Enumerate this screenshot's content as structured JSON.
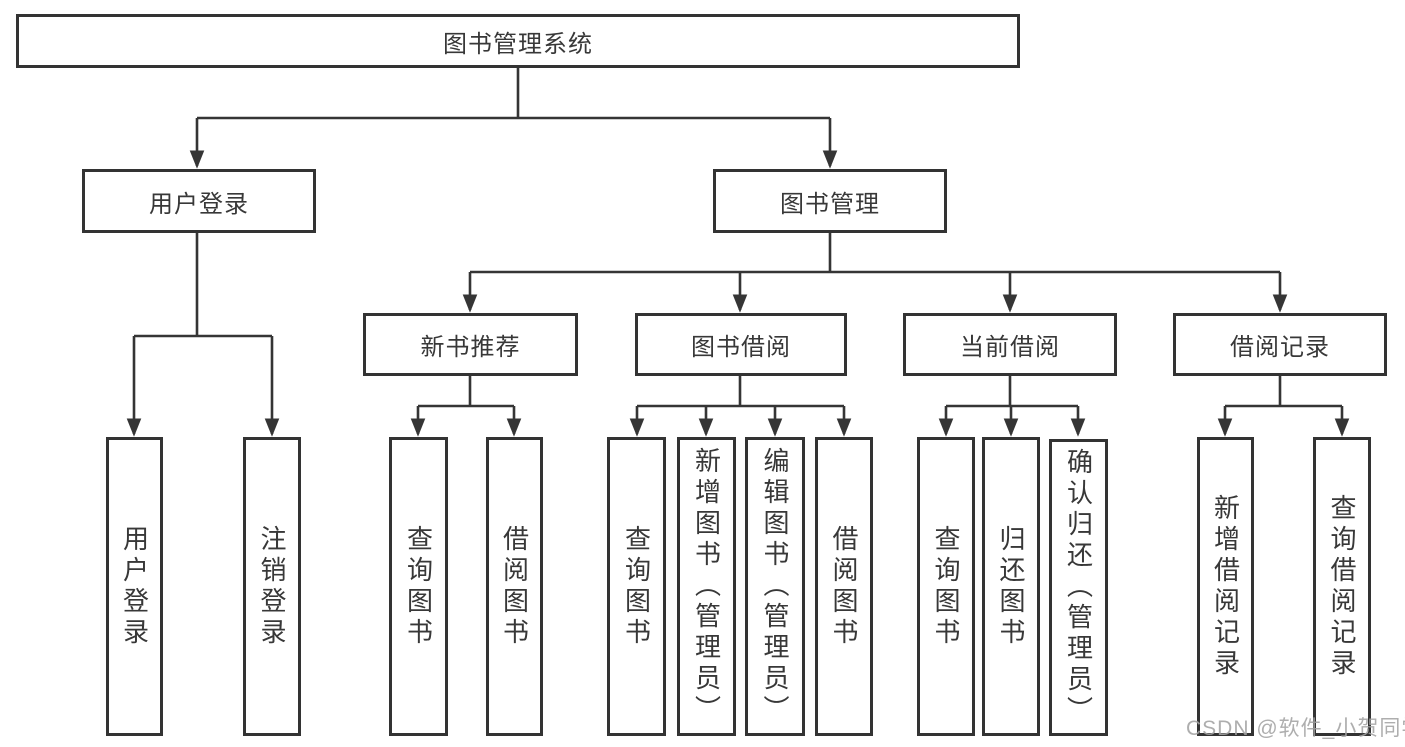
{
  "tree": {
    "root": {
      "label": "图书管理系统"
    },
    "user_login": {
      "label": "用户登录",
      "children": [
        {
          "label": "用户登录"
        },
        {
          "label": "注销登录"
        }
      ]
    },
    "book_mgmt": {
      "label": "图书管理",
      "sections": {
        "new_book_rec": {
          "label": "新书推荐",
          "children": [
            {
              "label": "查询图书"
            },
            {
              "label": "借阅图书"
            }
          ]
        },
        "book_borrow": {
          "label": "图书借阅",
          "children": [
            {
              "label": "查询图书"
            },
            {
              "label": "新增图书（管理员）"
            },
            {
              "label": "编辑图书（管理员）"
            },
            {
              "label": "借阅图书"
            }
          ]
        },
        "current_borrow": {
          "label": "当前借阅",
          "children": [
            {
              "label": "查询图书"
            },
            {
              "label": "归还图书"
            },
            {
              "label": "确认归还（管理员）"
            }
          ]
        },
        "borrow_record": {
          "label": "借阅记录",
          "children": [
            {
              "label": "新增借阅记录"
            },
            {
              "label": "查询借阅记录"
            }
          ]
        }
      }
    }
  },
  "watermark": "CSDN @软件_小贺同学",
  "colors": {
    "line": "#353535",
    "border": "#333333",
    "text": "#383838",
    "background": "#ffffff",
    "watermark": "#a3a3a3"
  }
}
